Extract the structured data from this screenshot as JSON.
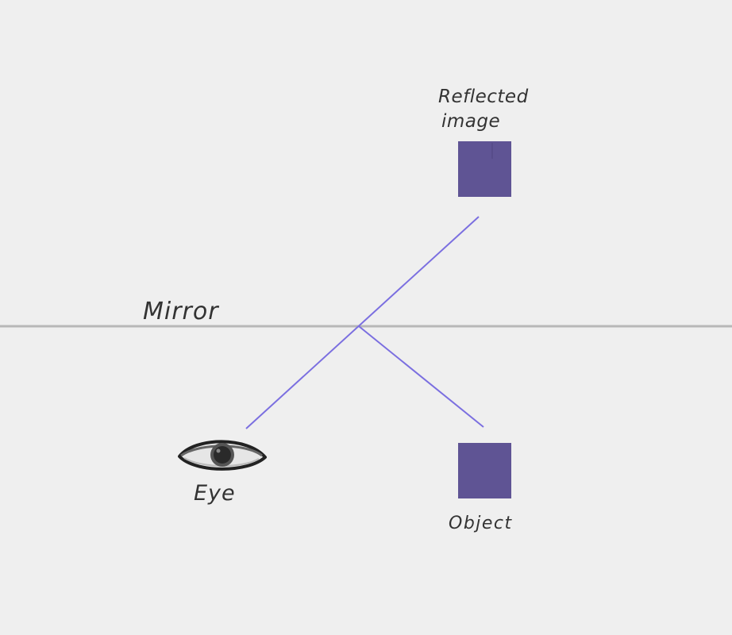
{
  "labels": {
    "mirror": "Mirror",
    "image_line1": "Reflected",
    "image_line2": "image",
    "eye": "Eye",
    "object": "Object"
  },
  "colors": {
    "background": "#efefef",
    "mirror_line": "#b8b8b8",
    "ray": "#7b6fe0",
    "square": "#5f5494",
    "text": "#333333"
  },
  "icons": {
    "eye": "eye-icon"
  }
}
